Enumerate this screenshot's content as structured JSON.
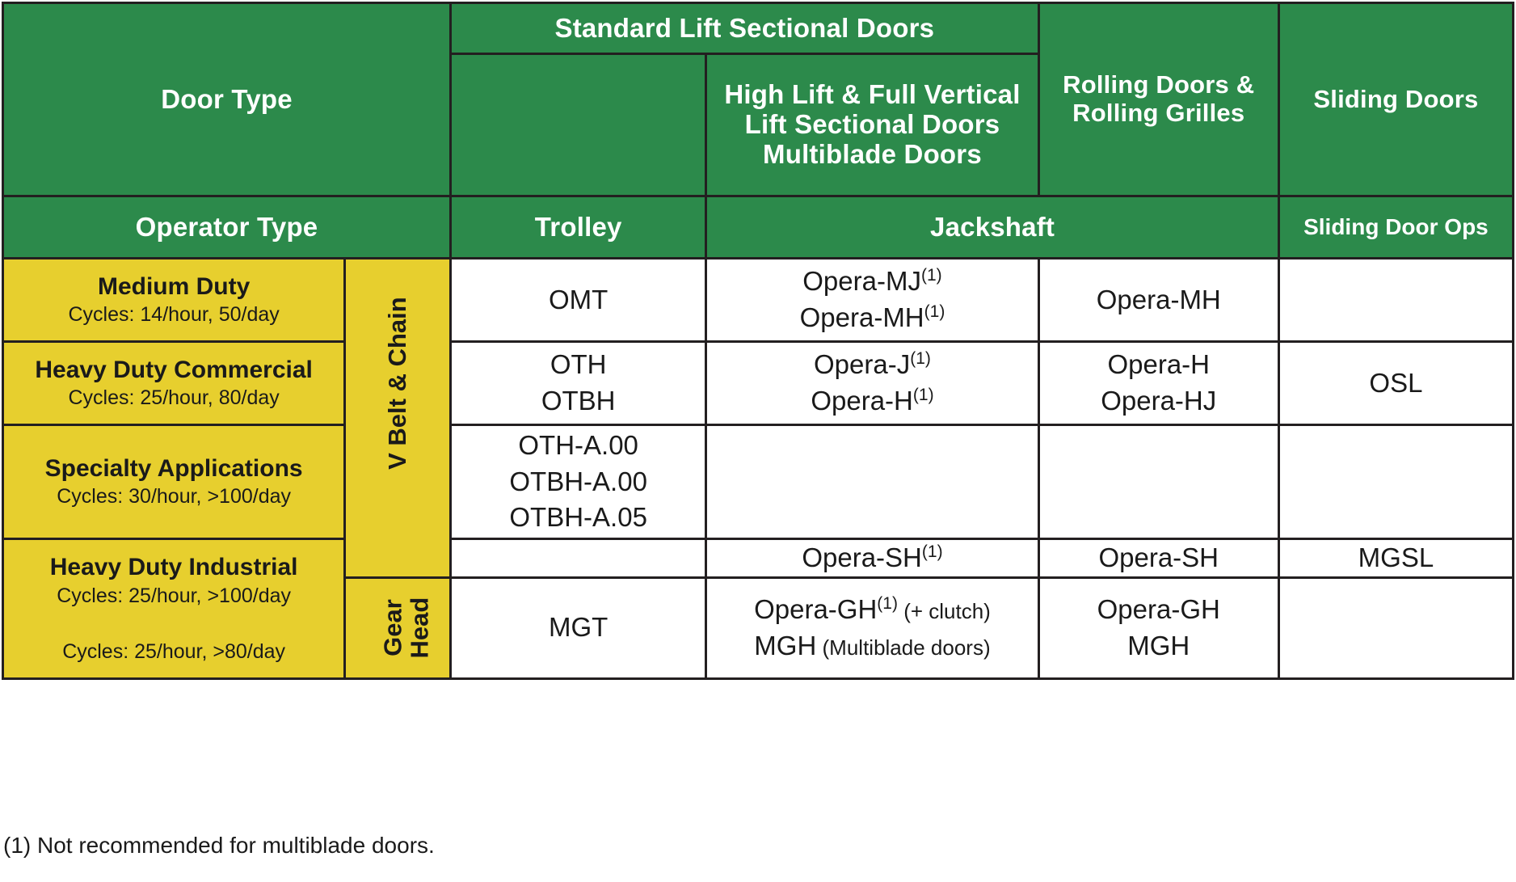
{
  "colors": {
    "header_green": "#2c8a4b",
    "label_yellow": "#e7cf2e",
    "grid_black": "#231f20",
    "cell_white": "#ffffff"
  },
  "header": {
    "row1": {
      "door_type": "Door Type",
      "standard_lift": "Standard Lift Sectional Doors",
      "high_lift": "High Lift &\nFull Vertical Lift\nSectional Doors\nMultiblade Doors",
      "high_lift_lines": [
        "High Lift &",
        "Full Vertical Lift",
        "Sectional Doors",
        "Multiblade Doors"
      ],
      "rolling_lines": [
        "Rolling Doors &",
        "Rolling Grilles"
      ],
      "sliding": "Sliding Doors"
    },
    "row2": {
      "operator_type": "Operator Type",
      "trolley": "Trolley",
      "jackshaft": "Jackshaft",
      "sliding_door_ops": "Sliding Door Ops"
    }
  },
  "drive_labels": {
    "v_belt_chain": "V Belt & Chain",
    "gear_head_lines": [
      "Gear",
      "Head"
    ]
  },
  "rows": [
    {
      "duty": "Medium Duty",
      "cycles": "Cycles: 14/hour, 50/day",
      "trolley": [
        "OMT"
      ],
      "jackshaft_highlift": [
        "Opera-MJ",
        "Opera-MH"
      ],
      "jackshaft_highlift_sup": [
        "(1)",
        "(1)"
      ],
      "rolling": [
        "Opera-MH"
      ],
      "sliding": []
    },
    {
      "duty": "Heavy Duty Commercial",
      "cycles": "Cycles: 25/hour, 80/day",
      "trolley": [
        "OTH",
        "OTBH"
      ],
      "jackshaft_highlift": [
        "Opera-J",
        "Opera-H"
      ],
      "jackshaft_highlift_sup": [
        "(1)",
        "(1)"
      ],
      "rolling": [
        "Opera-H",
        "Opera-HJ"
      ],
      "sliding": [
        "OSL"
      ]
    },
    {
      "duty": "Specialty Applications",
      "cycles": "Cycles: 30/hour, >100/day",
      "trolley": [
        "OTH-A.00",
        "OTBH-A.00",
        "OTBH-A.05"
      ],
      "jackshaft_highlift": [],
      "jackshaft_highlift_sup": [],
      "rolling": [],
      "sliding": []
    },
    {
      "duty": "Heavy Duty Industrial",
      "cycles": "Cycles: 25/hour, >100/day",
      "cycles2": "Cycles: 25/hour, >80/day",
      "trolley": [],
      "jackshaft_highlift": [
        "Opera-SH"
      ],
      "jackshaft_highlift_sup": [
        "(1)"
      ],
      "rolling": [
        "Opera-SH"
      ],
      "sliding": [
        "MGSL"
      ]
    },
    {
      "duty": "",
      "cycles": "",
      "trolley": [
        "MGT"
      ],
      "jackshaft_highlift": [
        "Opera-GH",
        "MGH"
      ],
      "jackshaft_highlift_sup": [
        "(1)",
        ""
      ],
      "jackshaft_highlift_note": [
        " (+ clutch)",
        " (Multiblade doors)"
      ],
      "rolling": [
        "Opera-GH",
        "MGH"
      ],
      "sliding": []
    }
  ],
  "footnote": "(1) Not recommended for multiblade doors."
}
